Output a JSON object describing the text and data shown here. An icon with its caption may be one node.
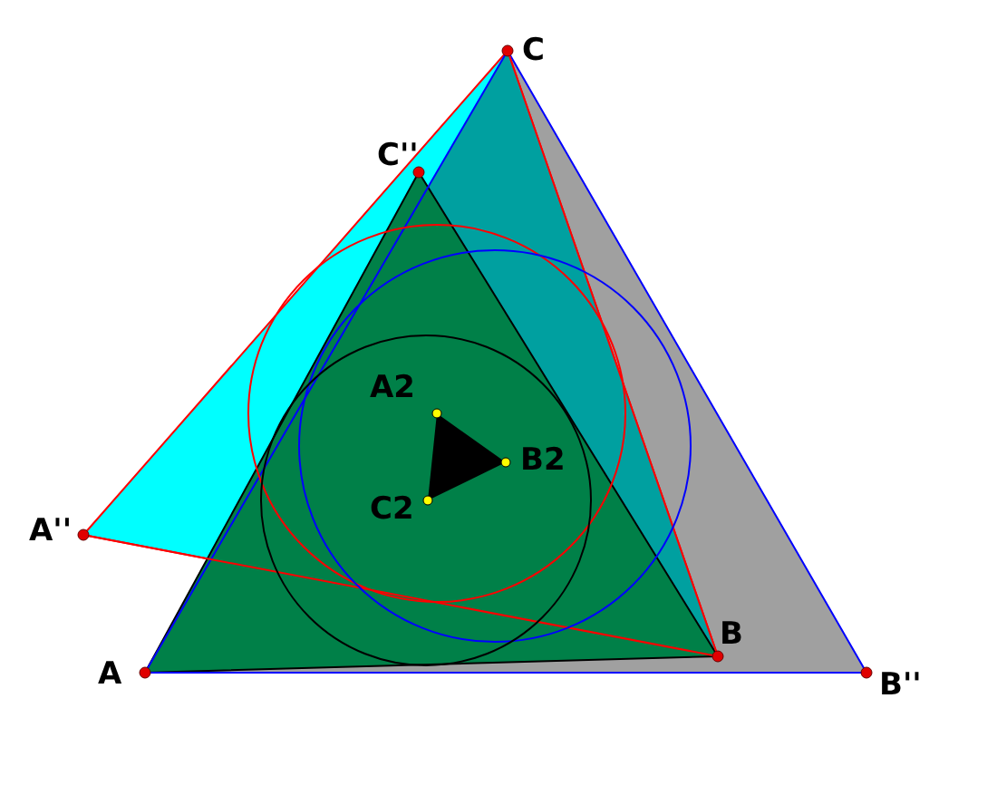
{
  "diagram": {
    "labels": [
      "C",
      "C''",
      "A2",
      "B2",
      "C2",
      "A''",
      "B",
      "A",
      "B''"
    ]
  }
}
